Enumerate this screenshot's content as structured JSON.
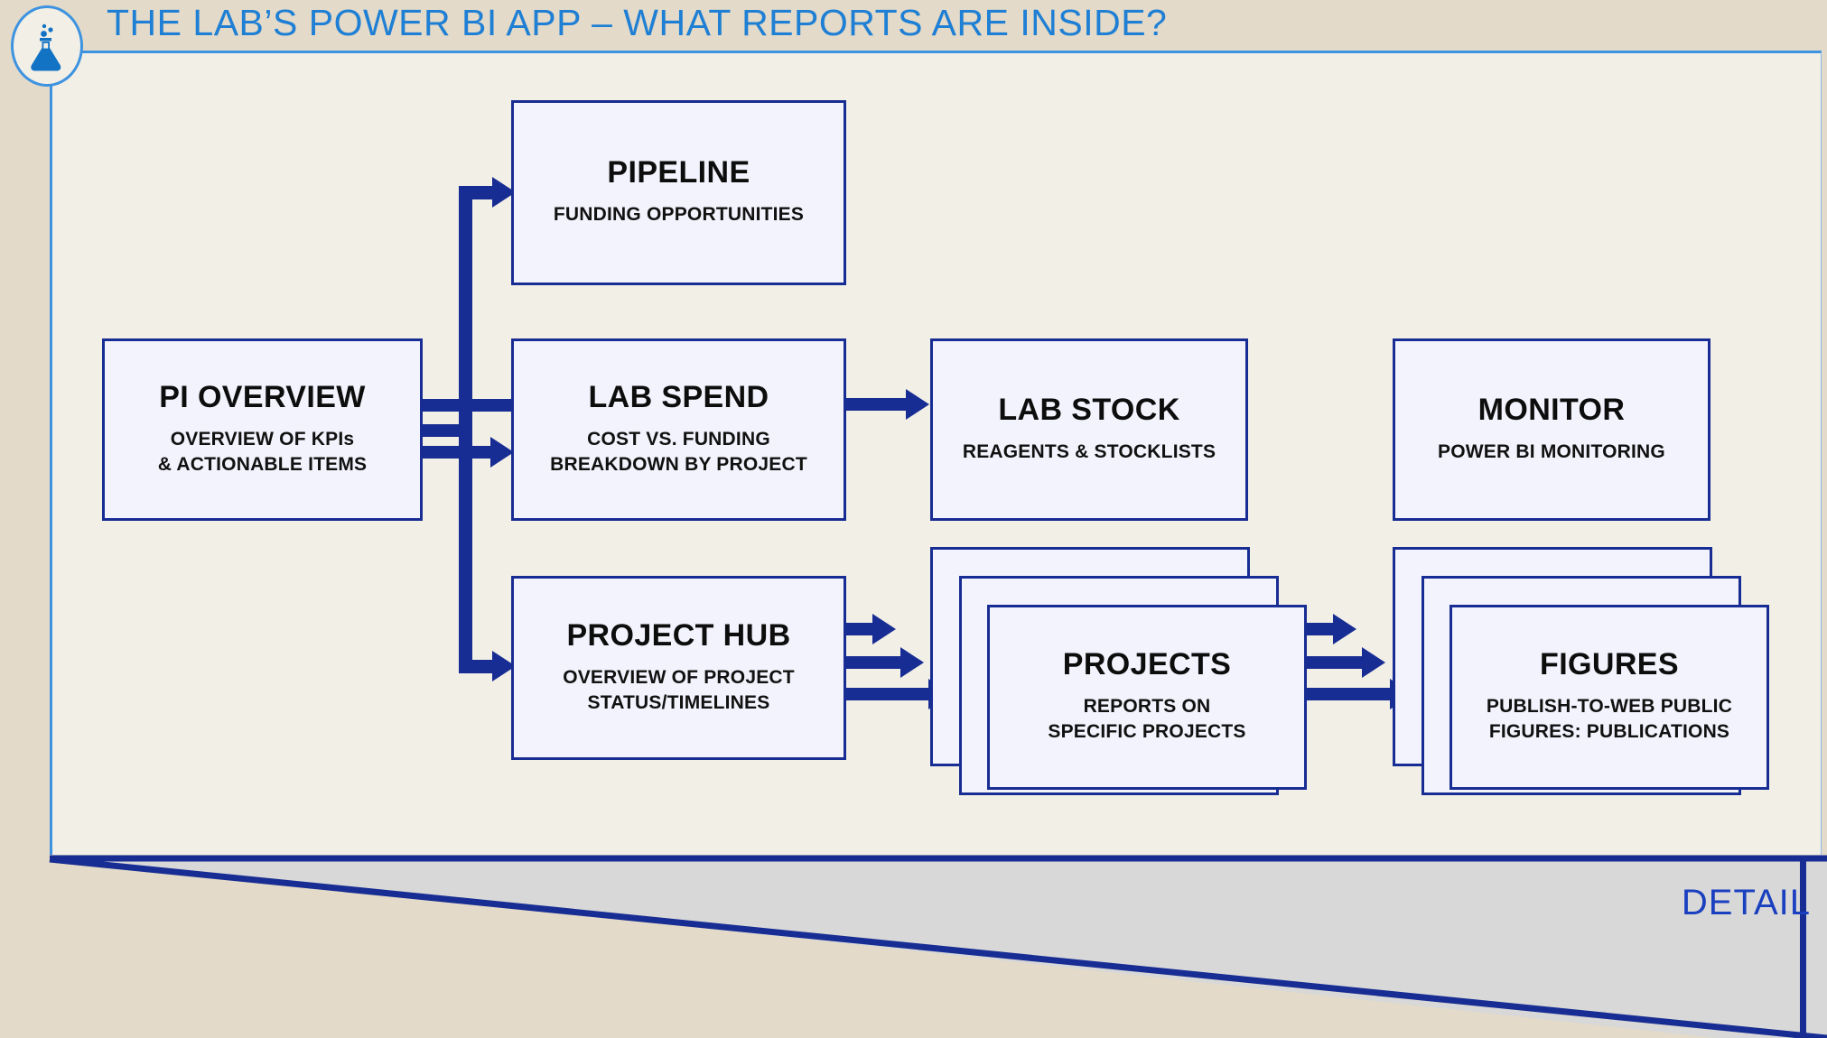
{
  "header": {
    "title": "THE LAB’S POWER BI APP – WHAT REPORTS ARE INSIDE?",
    "title_color": "#1e7fd4",
    "badge_icon": "flask-icon"
  },
  "theme": {
    "page_background": "#e3dac9",
    "panel_background": "#f2efe6",
    "node_fill": "#f3f3fd",
    "node_border": "#182d93",
    "connector_color": "#182d93",
    "accent_blue": "#3d93e0",
    "wedge_fill": "#d8d8d8",
    "wedge_line": "#182d93"
  },
  "diagram": {
    "type": "flow-diagram",
    "nodes": [
      {
        "id": "pi-overview",
        "title": "PI OVERVIEW",
        "subtitle_lines": [
          "OVERVIEW OF KPIs",
          "& ACTIONABLE ITEMS"
        ],
        "stacked": false
      },
      {
        "id": "pipeline",
        "title": "PIPELINE",
        "subtitle_lines": [
          "FUNDING OPPORTUNITIES"
        ],
        "stacked": false
      },
      {
        "id": "lab-spend",
        "title": "LAB SPEND",
        "subtitle_lines": [
          "COST VS. FUNDING",
          "BREAKDOWN BY PROJECT"
        ],
        "stacked": false
      },
      {
        "id": "lab-stock",
        "title": "LAB STOCK",
        "subtitle_lines": [
          "REAGENTS & STOCKLISTS"
        ],
        "stacked": false
      },
      {
        "id": "monitor",
        "title": "MONITOR",
        "subtitle_lines": [
          "POWER BI MONITORING"
        ],
        "stacked": false
      },
      {
        "id": "project-hub",
        "title": "PROJECT HUB",
        "subtitle_lines": [
          "OVERVIEW OF PROJECT",
          "STATUS/TIMELINES"
        ],
        "stacked": false
      },
      {
        "id": "projects",
        "title": "PROJECTS",
        "subtitle_lines": [
          "REPORTS ON",
          "SPECIFIC PROJECTS"
        ],
        "stacked": true,
        "stack_count": 3
      },
      {
        "id": "figures",
        "title": "FIGURES",
        "subtitle_lines": [
          "PUBLISH-TO-WEB PUBLIC",
          "FIGURES: PUBLICATIONS"
        ],
        "stacked": true,
        "stack_count": 3
      }
    ],
    "edges": [
      {
        "from": "pi-overview",
        "to": "pipeline"
      },
      {
        "from": "pi-overview",
        "to": "lab-spend"
      },
      {
        "from": "pi-overview",
        "to": "project-hub"
      },
      {
        "from": "lab-spend",
        "to": "lab-stock"
      },
      {
        "from": "project-hub",
        "to": "projects"
      },
      {
        "from": "projects",
        "to": "figures"
      }
    ]
  },
  "footer": {
    "detail_label": "DETAIL"
  }
}
